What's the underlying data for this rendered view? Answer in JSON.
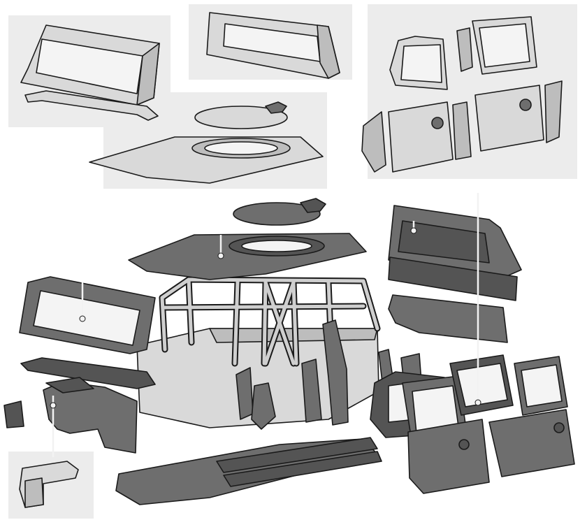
{
  "colors": {
    "background": "#ffffff",
    "inset_panel": "#ececec",
    "light_part": "#d9d9d9",
    "light_part_shade": "#bdbdbd",
    "dark_part": "#6e6e6e",
    "dark_part_shade": "#545454",
    "glass": "#f4f4f4",
    "outline": "#1a1a1a",
    "frame_tube": "#cfcfcf",
    "leader_line": "#f2f2f2"
  },
  "groups": [
    {
      "name": "windshield-detail",
      "icon": "windshield-panel-icon"
    },
    {
      "name": "rear-window-detail",
      "icon": "rear-window-panel-icon"
    },
    {
      "name": "roof-hatch-detail",
      "icon": "roof-hatch-icon"
    },
    {
      "name": "doors-detail",
      "icon": "door-panels-icon"
    },
    {
      "name": "handle-detail",
      "icon": "grab-handle-icon"
    },
    {
      "name": "main-assembly",
      "icon": "vehicle-body-exploded-icon"
    }
  ]
}
